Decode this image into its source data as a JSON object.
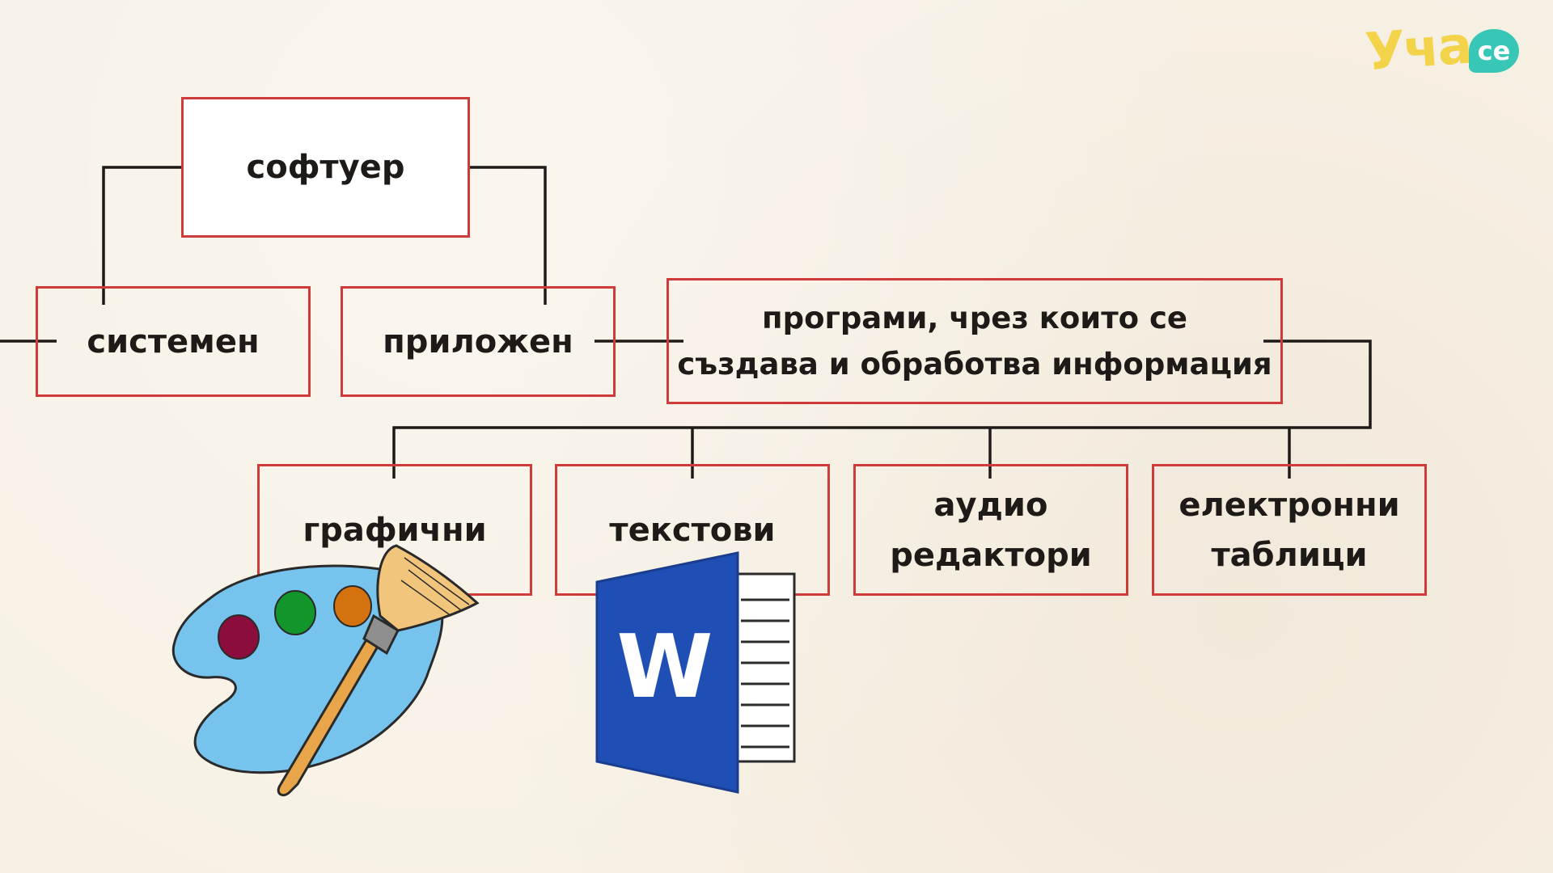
{
  "logo": {
    "main": "Уча",
    "badge": "се"
  },
  "nodes": {
    "root": {
      "label": "софтуер"
    },
    "system": {
      "label": "системен"
    },
    "applied": {
      "label": "приложен"
    },
    "definition": {
      "label": "програми, чрез които се\nсъздава и обработва информация"
    },
    "graphic": {
      "label": "графични"
    },
    "text": {
      "label": "текстови"
    },
    "audio": {
      "label": "аудио\nредактори"
    },
    "spreadsheet": {
      "label": "електронни\nтаблици"
    }
  },
  "icons": {
    "palette": "paint-palette-icon",
    "word": "word-document-icon",
    "word_letter": "W"
  },
  "colors": {
    "box_border": "#cf3a3a",
    "connector": "#1e1a18",
    "logo_yellow": "#f2d34a",
    "logo_teal": "#38c7b6",
    "word_blue": "#1f4fb5",
    "palette_blue": "#76c3ee"
  }
}
